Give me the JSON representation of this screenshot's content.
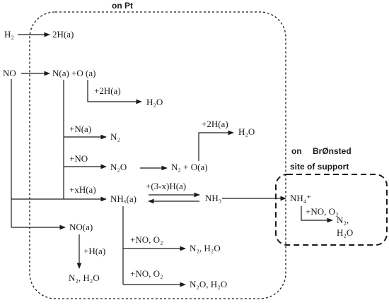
{
  "regions": {
    "pt_title": "on Pt",
    "support_line1": "on",
    "support_line2": "BrØnsted",
    "support_line3": "site of support"
  },
  "labels": {
    "h2": "H₂",
    "h2_product": "2H(a)",
    "no": "NO",
    "n_o_adsorbed": "N(a) +O (a)",
    "plus_2h_1": "+2H(a)",
    "h2o_1": "H₂O",
    "plus_n": "+N(a)",
    "n2_1": "N₂",
    "plus_2h_2": "+2H(a)",
    "h2o_2": "H₂O",
    "plus_no": "+NO",
    "n2o": "N₂O",
    "n2_o": "N₂ + O(a)",
    "plus_xh": "+xH(a)",
    "nhx": "NHₓ(a)",
    "plus_3mx": "+(3-x)H(a)",
    "nh3": "NH₃",
    "nh4": "NH₄⁺",
    "plus_no_o2_support": "+NO, O₂",
    "n2_support": "N₂,",
    "h2o_support": "H₂O",
    "plus_no_o2_1": "+NO, O₂",
    "n2_h2o_1": "N₂, H₂O",
    "plus_no_o2_2": "+NO, O₂",
    "n2o_h2o": "N₂O, H₂O",
    "no_a": "NO(a)",
    "plus_h": "+H(a)",
    "n2_h2o_2": "N₂, H₂O"
  }
}
